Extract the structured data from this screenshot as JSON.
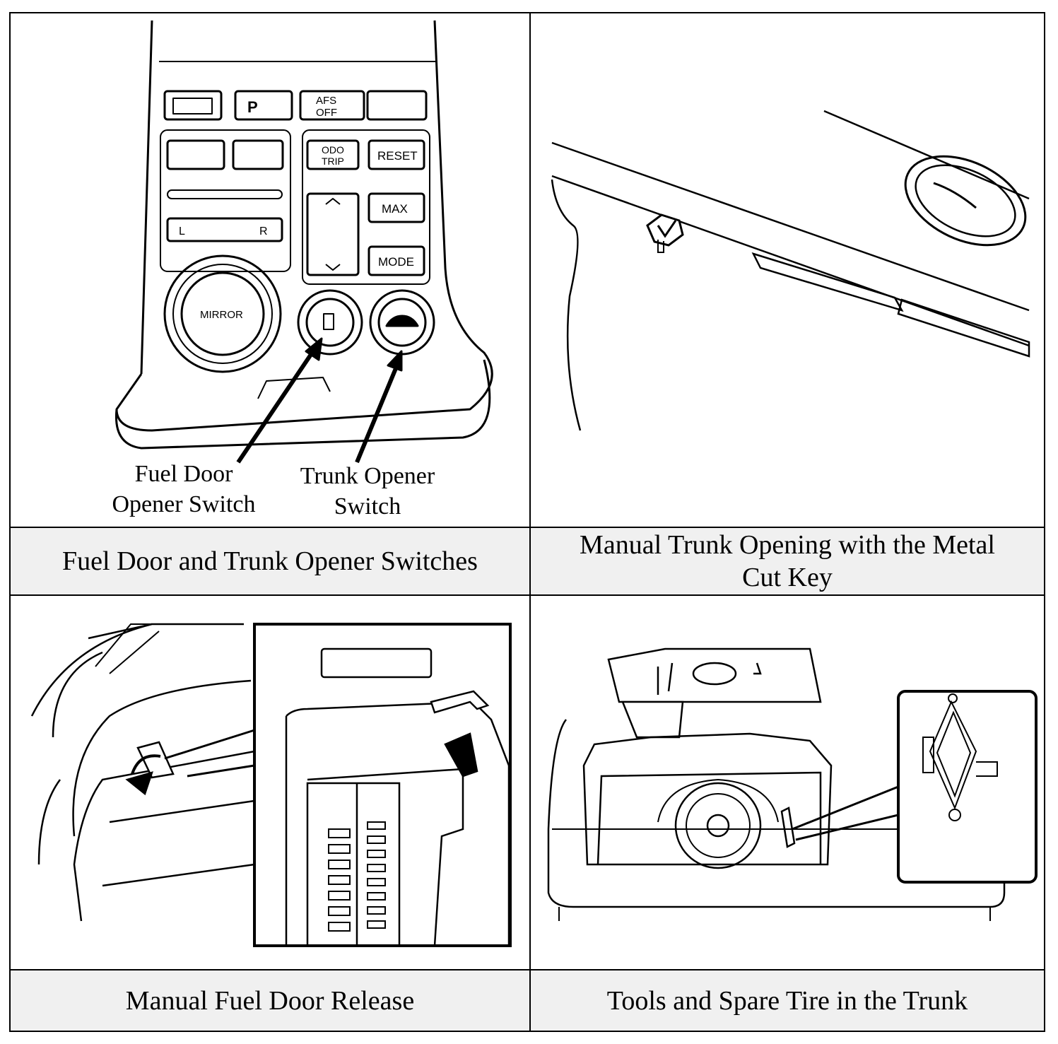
{
  "panels": [
    {
      "caption": "Fuel Door and Trunk Opener Switches",
      "callouts": [
        "Fuel Door\nOpener Switch",
        "Trunk Opener\nSwitch"
      ],
      "button_labels": {
        "afs": "AFS\nOFF",
        "odo": "ODO\nTRIP",
        "reset": "RESET",
        "max": "MAX",
        "mode": "MODE",
        "mirror": "MIRROR",
        "left": "L",
        "right": "R",
        "park": "P"
      }
    },
    {
      "caption": "Manual Trunk Opening with the Metal Cut Key"
    },
    {
      "caption": "Manual Fuel Door Release"
    },
    {
      "caption": "Tools and Spare Tire in the Trunk"
    }
  ]
}
